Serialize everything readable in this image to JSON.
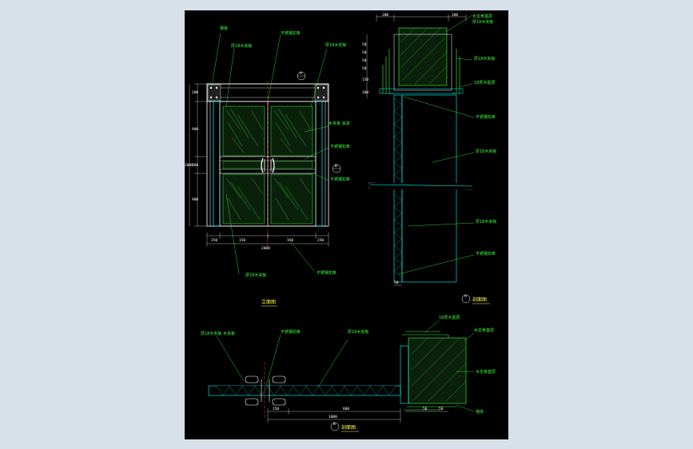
{
  "drawing": {
    "background": "#000000",
    "line_colors": {
      "outline": "#ffffff",
      "cyan": "#00ffff",
      "green": "#3cff3c",
      "yellow": "#ffff40",
      "red": "#ff3030"
    }
  },
  "elevation": {
    "title": "立面图",
    "dims_left": [
      "200",
      "900",
      "200",
      "900",
      "2000"
    ],
    "dims_bottom": [
      "250",
      "150",
      "150",
      "250",
      "2000"
    ],
    "callouts": [
      "钢板",
      "厚18木夹板",
      "厚18木夹板",
      "木夹板 油漆",
      "不锈钢扣条",
      "不锈钢扣条",
      "厚18木夹板",
      "不锈钢扣条"
    ],
    "markers": [
      "A",
      "B"
    ]
  },
  "section_a": {
    "title": "剖面图",
    "marker": "A",
    "dims_top": [
      "200",
      "200"
    ],
    "dims_left": [
      "50",
      "50",
      "50",
      "50",
      "150",
      "100"
    ],
    "dim_bottom": "50",
    "callouts": [
      "木龙骨基层",
      "厚18木夹板",
      "厚18木夹板",
      "18厚木基层",
      "不锈钢扣条",
      "厚18木夹板",
      "厚18木夹板",
      "不锈钢扣条"
    ]
  },
  "section_b": {
    "title": "剖面图",
    "marker": "B",
    "dims_bottom": [
      "150",
      "800",
      "1000"
    ],
    "dims_right": [
      "50",
      "50"
    ],
    "callouts": [
      "厚18木夹板 木夹板",
      "不锈钢扣条",
      "厚18木夹板",
      "18厚木基层",
      "木龙骨基层",
      "木龙骨基层",
      "墙体"
    ]
  }
}
